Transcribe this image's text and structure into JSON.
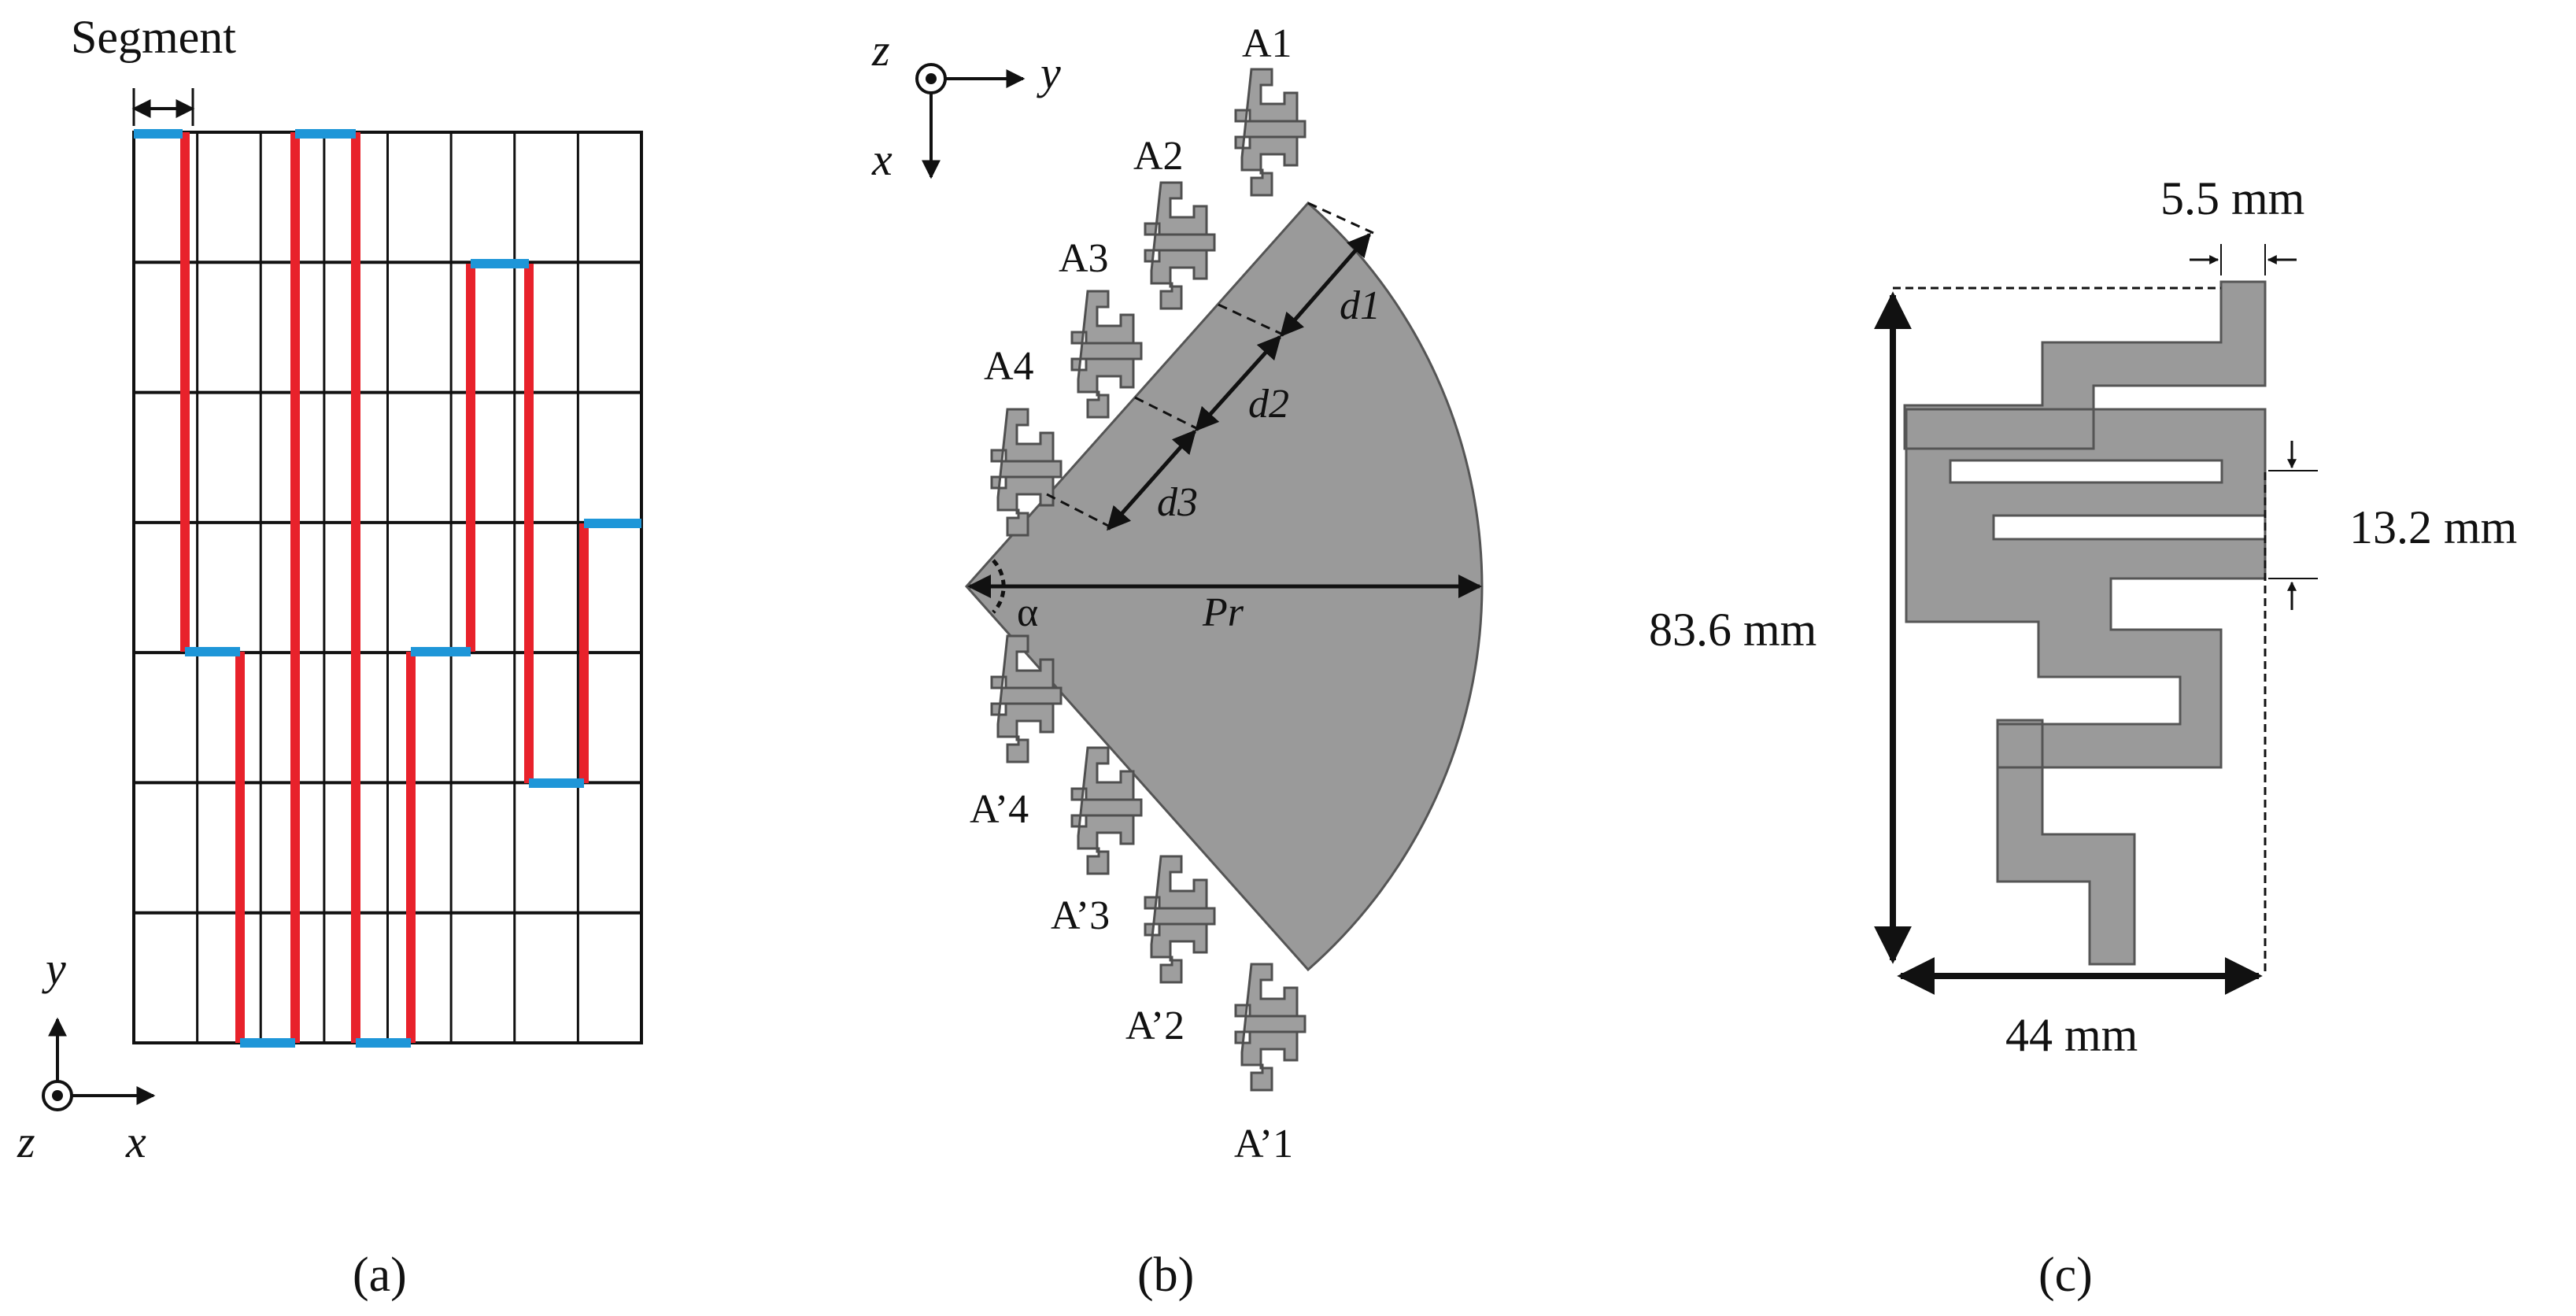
{
  "panel_a": {
    "segment_label": "Segment",
    "axis_y": "y",
    "axis_z": "z",
    "axis_x": "x",
    "caption": "(a)",
    "colors": {
      "grid": "#111111",
      "line": "#e8222b",
      "cap": "#1e96d8"
    }
  },
  "panel_b": {
    "axis_z": "z",
    "axis_y": "y",
    "axis_x": "x",
    "labels": {
      "a1": "A1",
      "a2": "A2",
      "a3": "A3",
      "a4": "A4",
      "ap4": "A’4",
      "ap3": "A’3",
      "ap2": "A’2",
      "ap1": "A’1"
    },
    "d1": "d1",
    "d2": "d2",
    "d3": "d3",
    "alpha": "α",
    "pr": "Pr",
    "caption": "(b)",
    "colors": {
      "fill": "#9a9a9a",
      "stroke": "#555555"
    }
  },
  "panel_c": {
    "width_top": "5.5 mm",
    "pitch": "13.2 mm",
    "height": "83.6 mm",
    "width": "44 mm",
    "caption": "(c)",
    "colors": {
      "fill": "#9a9a9a",
      "stroke": "#555555"
    }
  }
}
